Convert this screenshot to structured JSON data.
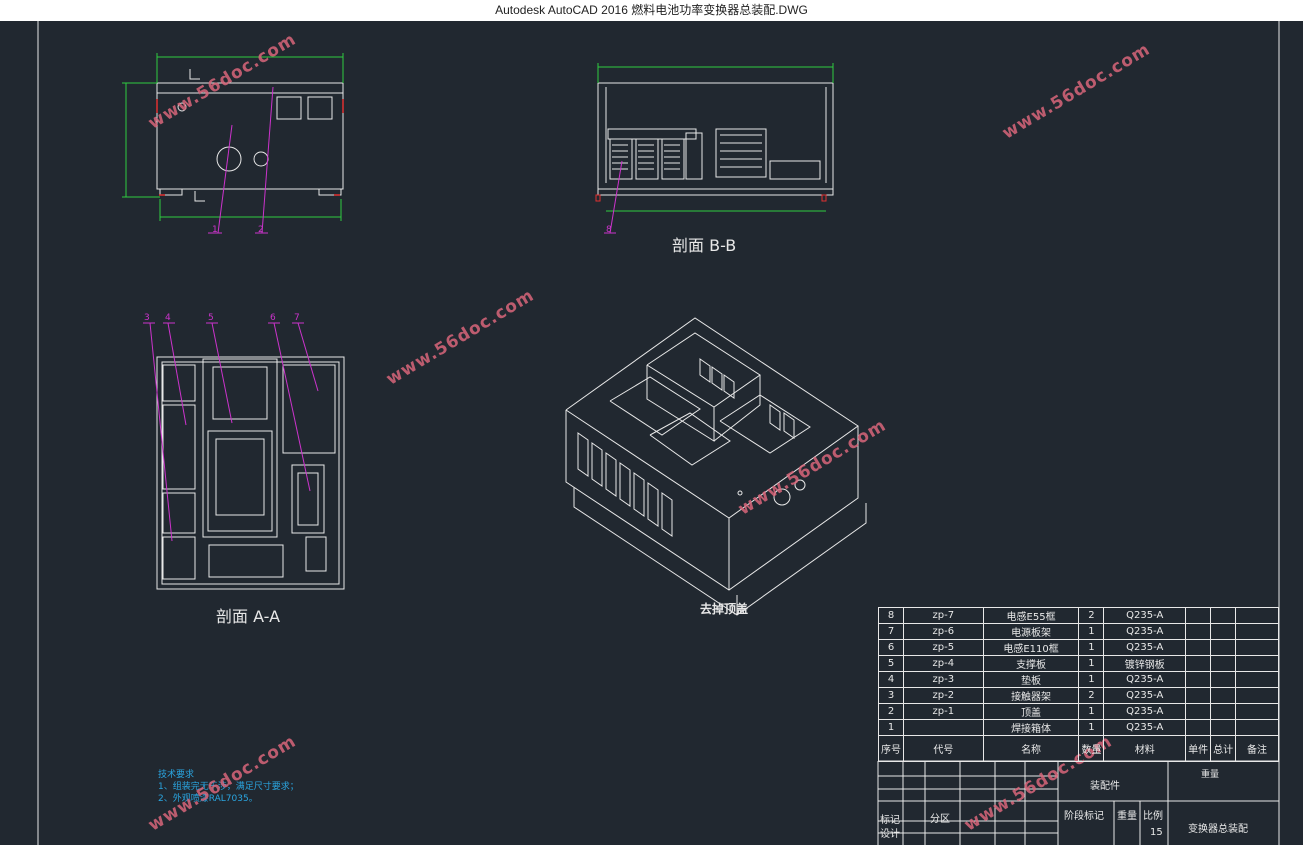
{
  "window": {
    "title": "Autodesk AutoCAD 2016     燃料电池功率变换器总装配.DWG"
  },
  "views": {
    "section_bb": "剖面  B-B",
    "section_aa": "剖面  A-A",
    "iso_caption": "去掉顶盖"
  },
  "balloons": {
    "front": [
      "1",
      "2"
    ],
    "bb": [
      "8"
    ],
    "aa": [
      "3",
      "4",
      "5",
      "6",
      "7"
    ]
  },
  "tech_requirements": {
    "title": "技术要求",
    "line1": "1、组装完无干涉，满足尺寸要求；",
    "line2": "2、外观喷漆RAL7035。"
  },
  "watermark": "www.56doc.com",
  "bom": {
    "rows": [
      {
        "no": "8",
        "code": "zp-7",
        "name": "电感E55框",
        "qty": "2",
        "material": "Q235-A"
      },
      {
        "no": "7",
        "code": "zp-6",
        "name": "电源板架",
        "qty": "1",
        "material": "Q235-A"
      },
      {
        "no": "6",
        "code": "zp-5",
        "name": "电感E110框",
        "qty": "1",
        "material": "Q235-A"
      },
      {
        "no": "5",
        "code": "zp-4",
        "name": "支撑板",
        "qty": "1",
        "material": "镀锌钢板"
      },
      {
        "no": "4",
        "code": "zp-3",
        "name": "垫板",
        "qty": "1",
        "material": "Q235-A"
      },
      {
        "no": "3",
        "code": "zp-2",
        "name": "接触器架",
        "qty": "2",
        "material": "Q235-A"
      },
      {
        "no": "2",
        "code": "zp-1",
        "name": "顶盖",
        "qty": "1",
        "material": "Q235-A"
      },
      {
        "no": "1",
        "code": "",
        "name": "焊接箱体",
        "qty": "1",
        "material": "Q235-A"
      }
    ],
    "header": {
      "no": "序号",
      "code": "代号",
      "name": "名称",
      "qty": "数量",
      "material": "材料",
      "unit": "单件",
      "total": "总计",
      "weight": "重量",
      "remark": "备注"
    }
  },
  "title_block": {
    "assembly": "装配件",
    "mark": "标记",
    "zone": "分区",
    "design": "设计",
    "stage": "阶段标记",
    "weight": "重量",
    "scale": "比例",
    "scale_value": "15",
    "drawing_name": "变换器总装配"
  },
  "colors": {
    "background": "#212830",
    "line": "#e8e8e8",
    "dimension": "#2ecc40",
    "leader": "#cc33cc",
    "accent_red": "#e03030",
    "text_blue": "#2aa5e0",
    "watermark": "#d9667a"
  }
}
